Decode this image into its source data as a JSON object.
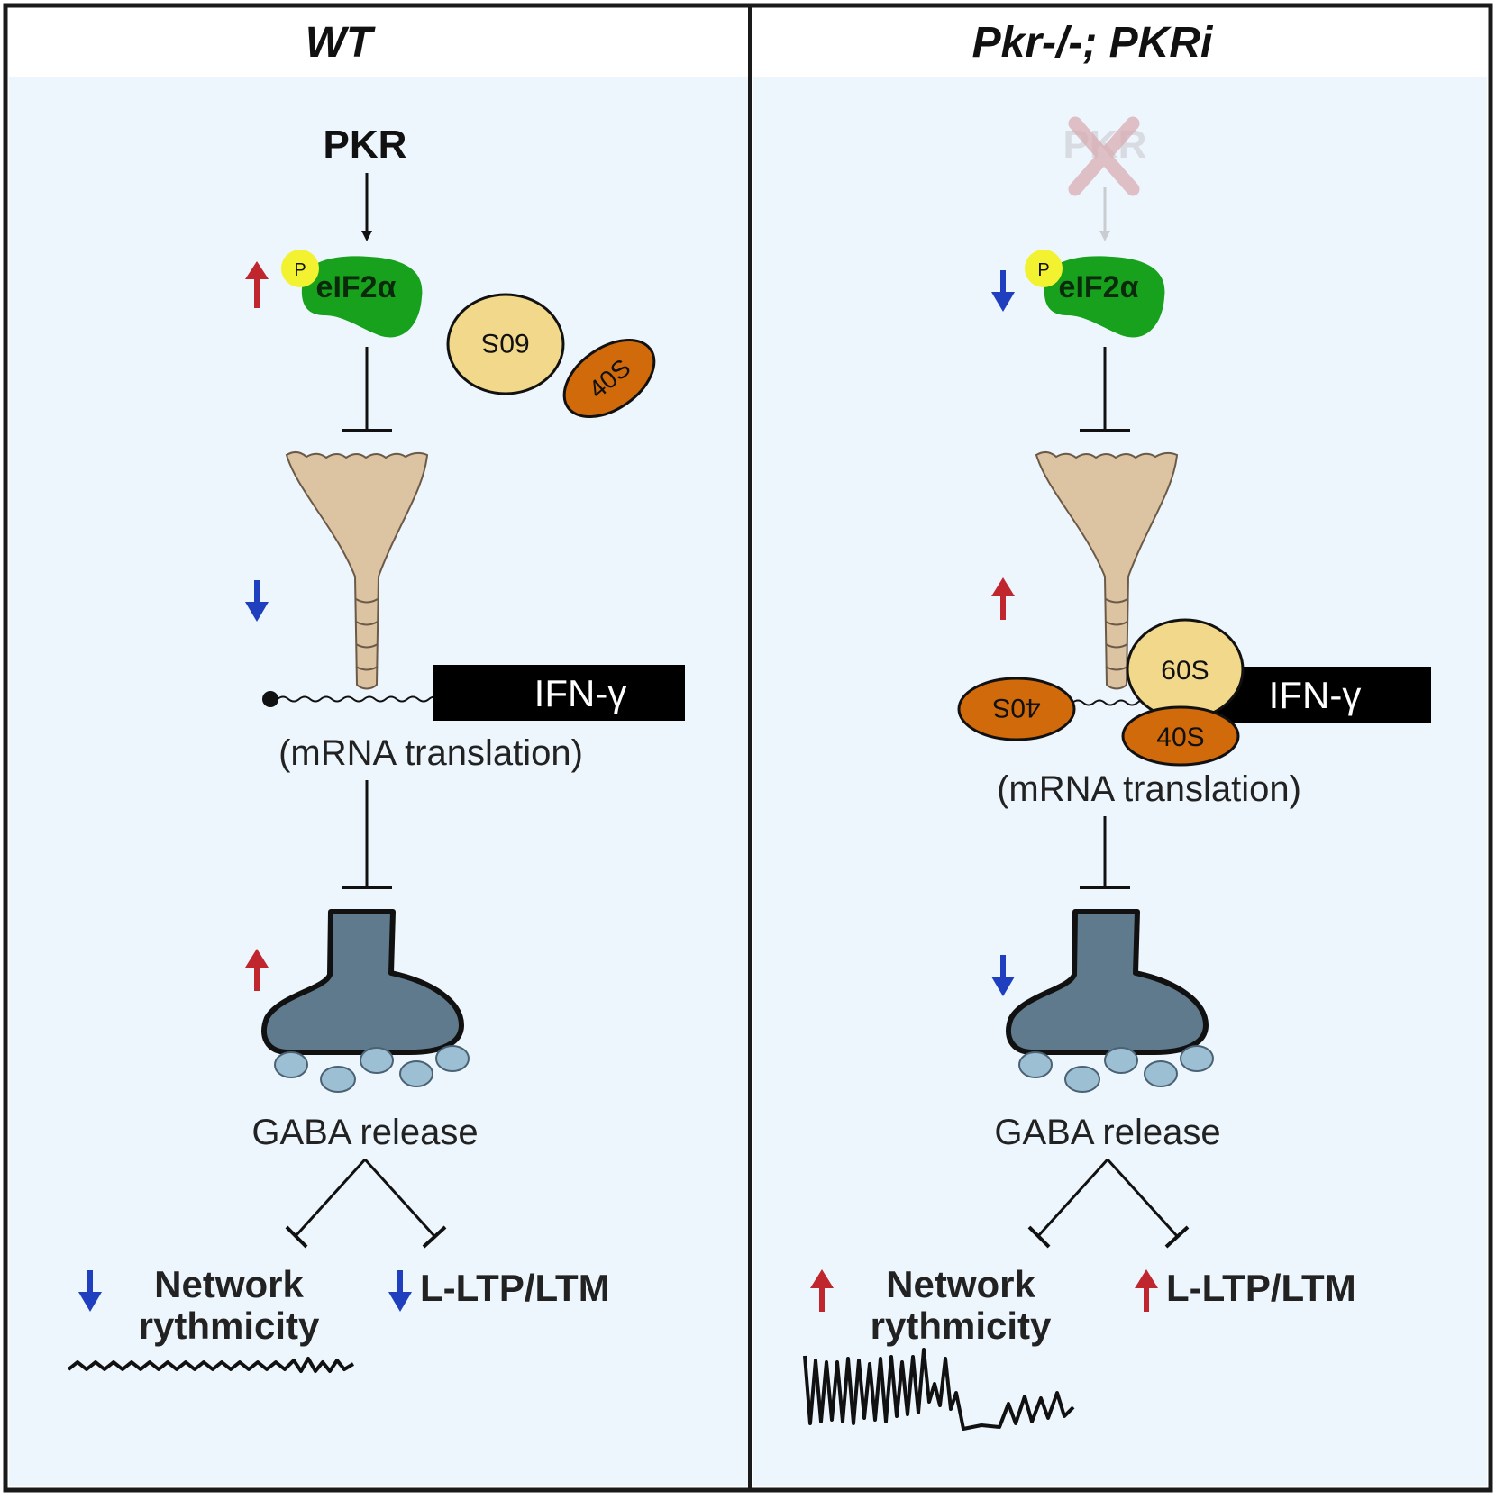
{
  "panels": {
    "left": {
      "title": "WT",
      "kinase": "PKR",
      "phospho": "P",
      "factor": "eIF2α",
      "large_subunit": "60S",
      "small_subunit": "40S",
      "transcript": "IFN-γ",
      "process": "(mRNA translation)",
      "release": "GABA release",
      "outcome1_line1": "Network",
      "outcome1_line2": "rythmicity",
      "outcome2": "L-LTP/LTM",
      "arrows": {
        "eif2a": "up",
        "translation": "down",
        "gaba": "up",
        "network": "down",
        "ltp": "down"
      },
      "trace": "low-amplitude"
    },
    "right": {
      "title": "Pkr-/-; PKRi",
      "kinase": "PKR",
      "phospho": "P",
      "factor": "eIF2α",
      "large_subunit": "60S",
      "small_subunit_a": "40S",
      "small_subunit_b": "40S",
      "transcript": "IFN-γ",
      "process": "(mRNA translation)",
      "release": "GABA release",
      "outcome1_line1": "Network",
      "outcome1_line2": "rythmicity",
      "outcome2": "L-LTP/LTM",
      "arrows": {
        "eif2a": "down",
        "translation": "up",
        "gaba": "down",
        "network": "up",
        "ltp": "up"
      },
      "trace": "high-amplitude",
      "kinase_status": "inhibited"
    }
  },
  "colors": {
    "panel_bg": "#edf6fc",
    "border": "#1a1a1a",
    "up_arrow": "#c0262d",
    "down_arrow": "#1f3fbf",
    "eif2a": "#17a11c",
    "phospho": "#f2f230",
    "subunit_60s": "#f1d88a",
    "subunit_40s": "#d16a0a",
    "mrna_funnel": "#dcc3a1",
    "terminal": "#5f7a8d",
    "vesicle": "#9dbfd3",
    "inhibited_kinase": "#d9b8bd"
  }
}
